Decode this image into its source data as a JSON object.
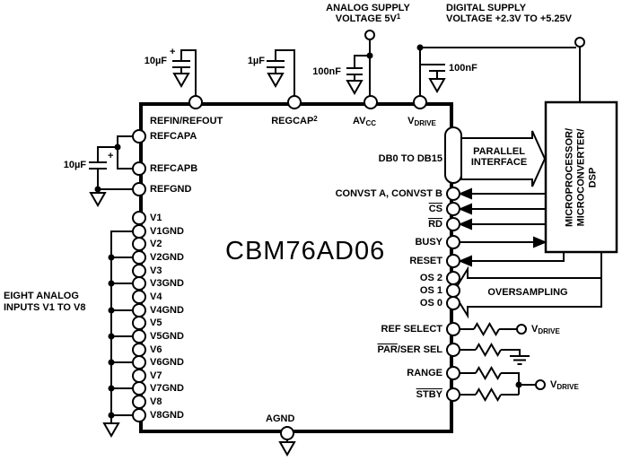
{
  "diagram": {
    "title": "CBM76AD06",
    "supplies": {
      "analog_line1": "ANALOG SUPPLY",
      "analog_line2": "VOLTAGE 5V",
      "analog_footnote": "1",
      "digital_line1": "DIGITAL SUPPLY",
      "digital_line2": "VOLTAGE +2.3V TO +5.25V"
    },
    "capacitors": {
      "c_ref_top": "10µF",
      "c_ref_top_polarity": "+",
      "c_regcap": "1µF",
      "c_avcc": "100nF",
      "c_vdrive": "100nF",
      "c_refcap": "10µF",
      "c_refcap_polarity": "+"
    },
    "top_pins": {
      "refin": "REFIN/REFOUT",
      "regcap": "REGCAP",
      "regcap_footnote": "2",
      "avcc_base": "AV",
      "avcc_sub": "CC",
      "vdrive_base": "V",
      "vdrive_sub": "DRIVE"
    },
    "left": {
      "refcapa": "REFCAPA",
      "refcapb": "REFCAPB",
      "refgnd": "REFGND",
      "inputs": [
        "V1",
        "V1GND",
        "V2",
        "V2GND",
        "V3",
        "V3GND",
        "V4",
        "V4GND",
        "V5",
        "V5GND",
        "V6",
        "V6GND",
        "V7",
        "V7GND",
        "V8",
        "V8GND"
      ],
      "note_line1": "EIGHT ANALOG",
      "note_line2": "INPUTS V1 TO V8"
    },
    "bottom": {
      "agnd": "AGND"
    },
    "right": {
      "db": "DB0 TO DB15",
      "convst": "CONVST A, CONVST B",
      "cs": "CS",
      "rd": "RD",
      "busy": "BUSY",
      "reset": "RESET",
      "os2": "OS 2",
      "os1": "OS 1",
      "os0": "OS 0",
      "ref_select": "REF SELECT",
      "par_ser_ov": "PAR",
      "par_ser_rest": "/SER SEL",
      "range": "RANGE",
      "stby": "STBY"
    },
    "buses": {
      "parallel_line1": "PARALLEL",
      "parallel_line2": "INTERFACE",
      "oversampling": "OVERSAMPLING"
    },
    "micro_box": {
      "line1": "MICROPROCESSOR/",
      "line2": "MICROCONVERTER/",
      "line3": "DSP"
    },
    "terminals": {
      "vdrive_base": "V",
      "vdrive_sub": "DRIVE"
    }
  }
}
